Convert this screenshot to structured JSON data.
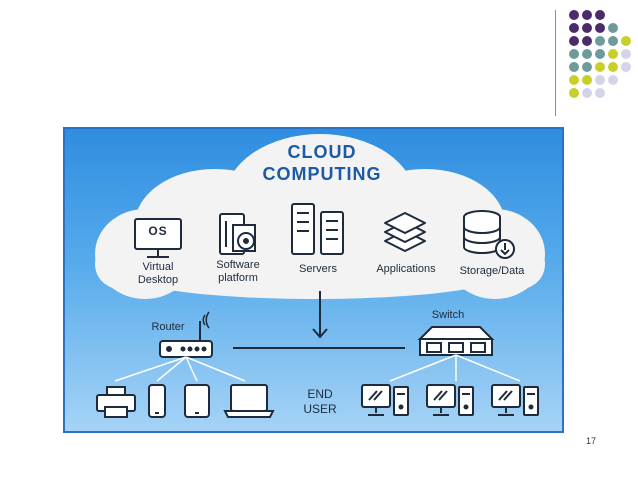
{
  "slide": {
    "cloud_title_1": "CLOUD",
    "cloud_title_2": "COMPUTING",
    "services": {
      "virtual_desktop_1": "Virtual",
      "virtual_desktop_2": "Desktop",
      "software_platform_1": "Software",
      "software_platform_2": "platform",
      "servers": "Servers",
      "applications": "Applications",
      "storage": "Storage/Data",
      "os_screen": "OS"
    },
    "router_label": "Router",
    "switch_label": "Switch",
    "end_user_1": "END",
    "end_user_2": "USER",
    "page_number": "17"
  },
  "decor": {
    "dot_colors": {
      "purple": "#4b2c6b",
      "teal": "#6f9a9c",
      "yellow": "#c8cf2a",
      "lavender": "#d4d4e8"
    },
    "accent": "#2b71c4"
  }
}
